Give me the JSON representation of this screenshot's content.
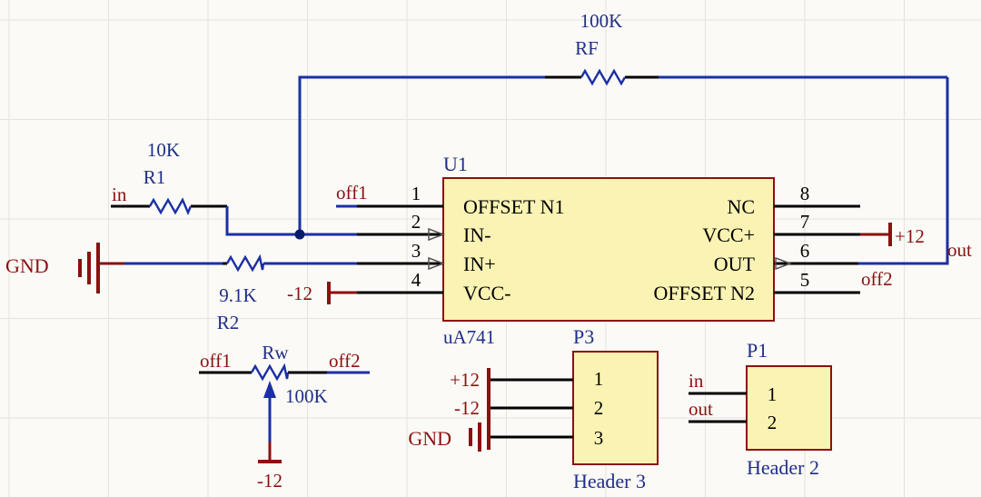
{
  "colors": {
    "background": "#fbfaf6",
    "grid": "#e6e3dc",
    "wire": "#1b2fa6",
    "pin": "#000000",
    "text_blue": "#1f2f88",
    "power": "#8b1010",
    "ic_fill": "#fbf3b3",
    "ic_border": "#8b1010",
    "junction": "#0a1a6a"
  },
  "rf": {
    "value": "100K",
    "designator": "RF"
  },
  "r1": {
    "value": "10K",
    "designator": "R1"
  },
  "r2": {
    "value": "9.1K",
    "designator": "R2"
  },
  "rw": {
    "designator": "Rw",
    "value": "100K"
  },
  "u1": {
    "designator": "U1",
    "part": "uA741",
    "left_pins": [
      {
        "num": "1",
        "name": "OFFSET N1"
      },
      {
        "num": "2",
        "name": "IN-"
      },
      {
        "num": "3",
        "name": "IN+"
      },
      {
        "num": "4",
        "name": "VCC-"
      }
    ],
    "right_pins": [
      {
        "num": "8",
        "name": "NC"
      },
      {
        "num": "7",
        "name": "VCC+"
      },
      {
        "num": "6",
        "name": "OUT"
      },
      {
        "num": "5",
        "name": "OFFSET N2"
      }
    ]
  },
  "nets": {
    "in": "in",
    "out": "out",
    "off1": "off1",
    "off2": "off2",
    "off1_rw": "off1",
    "off2_rw": "off2"
  },
  "power": {
    "gnd_main": "GND",
    "vneg_u1": "-12",
    "vpos_u1": "+12",
    "vneg_rw": "-12"
  },
  "p3": {
    "designator": "P3",
    "part": "Header 3",
    "pins": [
      "1",
      "2",
      "3"
    ],
    "labels": [
      "+12",
      "-12",
      "GND"
    ]
  },
  "p1": {
    "designator": "P1",
    "part": "Header 2",
    "pins": [
      "1",
      "2"
    ],
    "nets": [
      "in",
      "out"
    ]
  }
}
